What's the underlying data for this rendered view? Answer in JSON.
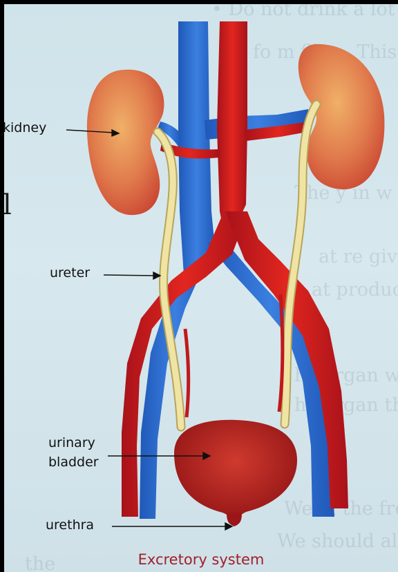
{
  "labels": {
    "kidney": "kidney",
    "ureter": "ureter",
    "urinary": "urinary",
    "bladder": "bladder",
    "urethra": "urethra"
  },
  "caption": "Excretory system",
  "colors": {
    "background": "#d3e6ec",
    "vein": "#2f6fd1",
    "artery": "#d0201e",
    "kidney": "#dd6a4a",
    "ureter": "#ede3a0",
    "bladder": "#b21e1e",
    "caption": "#a0202a"
  }
}
